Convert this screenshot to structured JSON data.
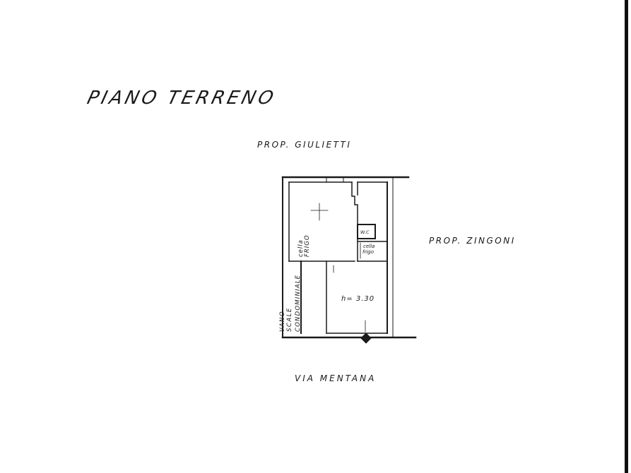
{
  "title": "PIANO TERRENO",
  "labels": {
    "north": "PROP. GIULIETTI",
    "east": "PROP. ZINGONI",
    "south": "VIA MENTANA",
    "stair_line1": "VANO",
    "stair_line2": "SCALE",
    "stair_line3": "CONDOMINIALE"
  },
  "rooms": {
    "cella1_line1": "cella",
    "cella1_line2": "FRIGO",
    "wc": "W.C",
    "cella2_line1": "cella",
    "cella2_line2": "frigo",
    "height": "h= 3.30"
  },
  "colors": {
    "ink": "#1a1a1a",
    "background": "#ffffff"
  }
}
